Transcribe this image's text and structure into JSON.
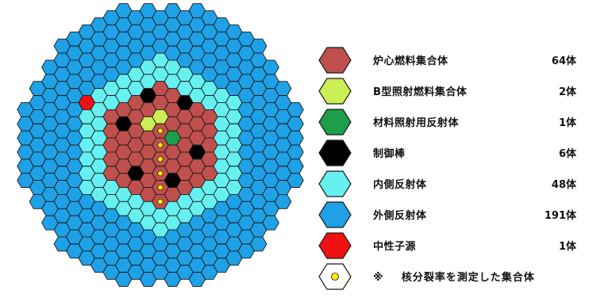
{
  "colors": {
    "fuel": "#c0504d",
    "b_irradiation": "#ccee55",
    "material_irradiation": "#1e9e4a",
    "control_rod": "#000000",
    "inner_reflector": "#66f0f0",
    "outer_reflector": "#1ea1e6",
    "neutron_source": "#ee1111",
    "measured_marker": "#ffee00",
    "hex_outline": "#1a1a1a"
  },
  "legend": [
    {
      "key": "fuel",
      "label": "炉心燃料集合体",
      "count": "64体",
      "color": "#c0504d"
    },
    {
      "key": "b_irradiation",
      "label": "B型照射燃料集合体",
      "count": "2体",
      "color": "#ccee55"
    },
    {
      "key": "material_irradiation",
      "label": "材料照射用反射体",
      "count": "1体",
      "color": "#1e9e4a"
    },
    {
      "key": "control_rod",
      "label": "制御棒",
      "count": "6体",
      "color": "#000000"
    },
    {
      "key": "inner_reflector",
      "label": "内側反射体",
      "count": "48体",
      "color": "#66f0f0"
    },
    {
      "key": "outer_reflector",
      "label": "外側反射体",
      "count": "191体",
      "color": "#1ea1e6"
    },
    {
      "key": "neutron_source",
      "label": "中性子源",
      "count": "1体",
      "color": "#ee1111"
    }
  ],
  "note": {
    "mark": "※",
    "label": "核分裂率を測定した集合体"
  }
}
